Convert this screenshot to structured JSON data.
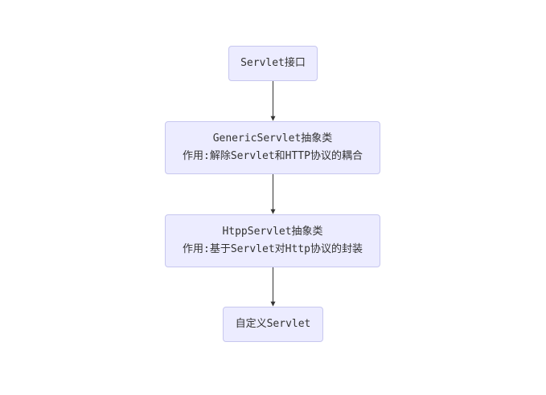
{
  "nodes": [
    {
      "lines": [
        "Servlet接口"
      ]
    },
    {
      "lines": [
        "GenericServlet抽象类",
        "作用:解除Servlet和HTTP协议的耦合"
      ]
    },
    {
      "lines": [
        "HtppServlet抽象类",
        "作用:基于Servlet对Http协议的封装"
      ]
    },
    {
      "lines": [
        "自定义Servlet"
      ]
    }
  ],
  "colors": {
    "node_fill": "#ececff",
    "node_border": "#c7c7ef",
    "edge": "#333333",
    "text": "#333333"
  }
}
